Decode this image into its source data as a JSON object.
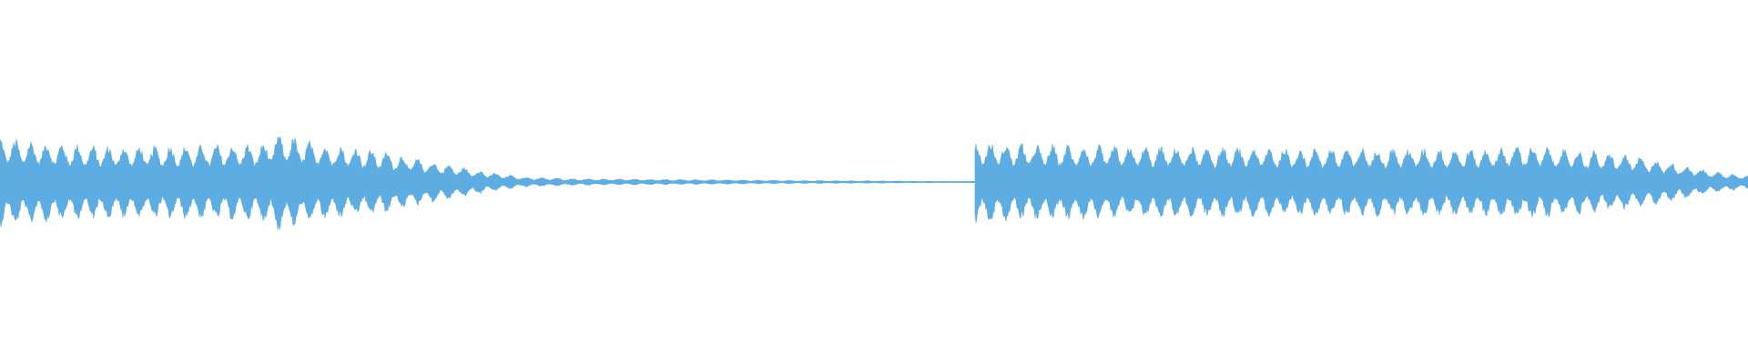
{
  "waveform": {
    "color": "#5dade2",
    "background": "#ffffff",
    "segments": [
      {
        "name": "segment-1",
        "start": 0.0,
        "end": 0.56,
        "level_profile": [
          [
            0.0,
            0.55
          ],
          [
            0.02,
            0.5
          ],
          [
            0.05,
            0.45
          ],
          [
            0.08,
            0.44
          ],
          [
            0.1,
            0.45
          ],
          [
            0.13,
            0.46
          ],
          [
            0.15,
            0.47
          ],
          [
            0.16,
            0.6
          ],
          [
            0.18,
            0.48
          ],
          [
            0.2,
            0.44
          ],
          [
            0.22,
            0.38
          ],
          [
            0.24,
            0.28
          ],
          [
            0.26,
            0.2
          ],
          [
            0.28,
            0.12
          ],
          [
            0.3,
            0.06
          ],
          [
            0.33,
            0.04
          ],
          [
            0.4,
            0.03
          ],
          [
            0.45,
            0.02
          ],
          [
            0.5,
            0.015
          ],
          [
            0.53,
            0.01
          ],
          [
            0.56,
            0.005
          ]
        ]
      },
      {
        "name": "segment-2",
        "start": 0.558,
        "end": 1.0,
        "level_profile": [
          [
            0.558,
            0.5
          ],
          [
            0.57,
            0.48
          ],
          [
            0.6,
            0.46
          ],
          [
            0.65,
            0.44
          ],
          [
            0.7,
            0.43
          ],
          [
            0.75,
            0.42
          ],
          [
            0.8,
            0.42
          ],
          [
            0.85,
            0.41
          ],
          [
            0.87,
            0.46
          ],
          [
            0.9,
            0.4
          ],
          [
            0.93,
            0.34
          ],
          [
            0.96,
            0.22
          ],
          [
            0.98,
            0.13
          ],
          [
            1.0,
            0.08
          ]
        ]
      }
    ]
  }
}
